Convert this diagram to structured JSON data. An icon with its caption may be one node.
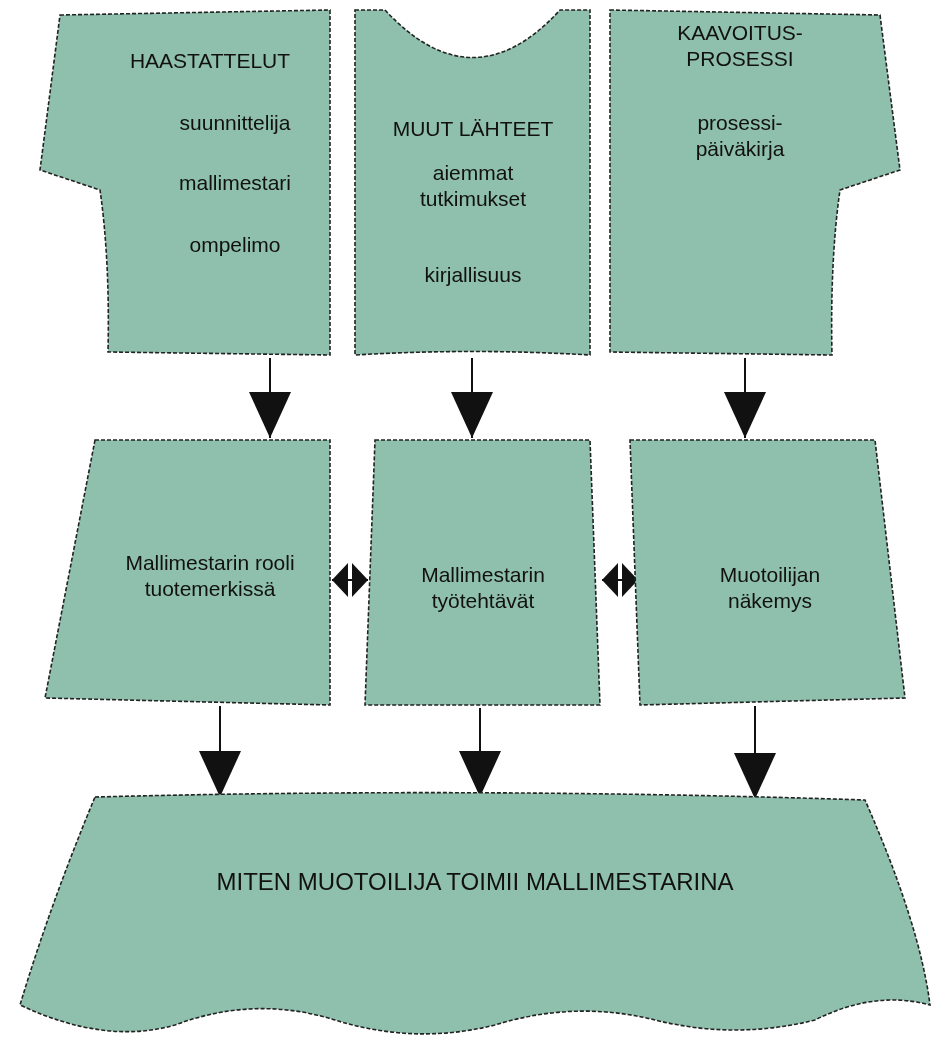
{
  "diagram": {
    "nodes": [
      {
        "text": [
          "HAASTATTELUT",
          "suunnittelija",
          "mallimestari",
          "ompelimo"
        ]
      },
      {
        "text": [
          "MUUT LÄHTEET",
          "aiemmat tutkimukset",
          "kirjallisuus"
        ]
      },
      {
        "text": [
          "KAAVOITUS- PROSESSI",
          "prosessi- päiväkirja"
        ]
      },
      {
        "text": [
          "Mallimestarin rooli tuotemerkissä"
        ]
      },
      {
        "text": [
          "Mallimestarin työtehtävät"
        ]
      },
      {
        "text": [
          "Muotoilijan näkemys"
        ]
      },
      {
        "text": [
          "MITEN MUOTOILIJA TOIMII MALLIMESTARINA"
        ]
      }
    ],
    "edges": [
      {
        "from": 0,
        "to": 3,
        "arrow": "to"
      },
      {
        "from": 1,
        "to": 4,
        "arrow": "to"
      },
      {
        "from": 2,
        "to": 5,
        "arrow": "to"
      },
      {
        "from": 3,
        "to": 4,
        "arrow": "both"
      },
      {
        "from": 4,
        "to": 5,
        "arrow": "both"
      },
      {
        "from": 3,
        "to": 6,
        "arrow": "to"
      },
      {
        "from": 4,
        "to": 6,
        "arrow": "to"
      },
      {
        "from": 5,
        "to": 6,
        "arrow": "to"
      }
    ]
  }
}
